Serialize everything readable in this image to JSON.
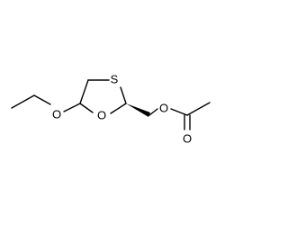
{
  "colors": {
    "background": "#ffffff",
    "bond": "#000000",
    "atom_label": "#000000"
  },
  "atoms": {
    "sulfur": "S",
    "ring_oxygen": "O",
    "ether_oxygen": "O",
    "ester_oxygen": "O",
    "carbonyl_oxygen": "O"
  }
}
